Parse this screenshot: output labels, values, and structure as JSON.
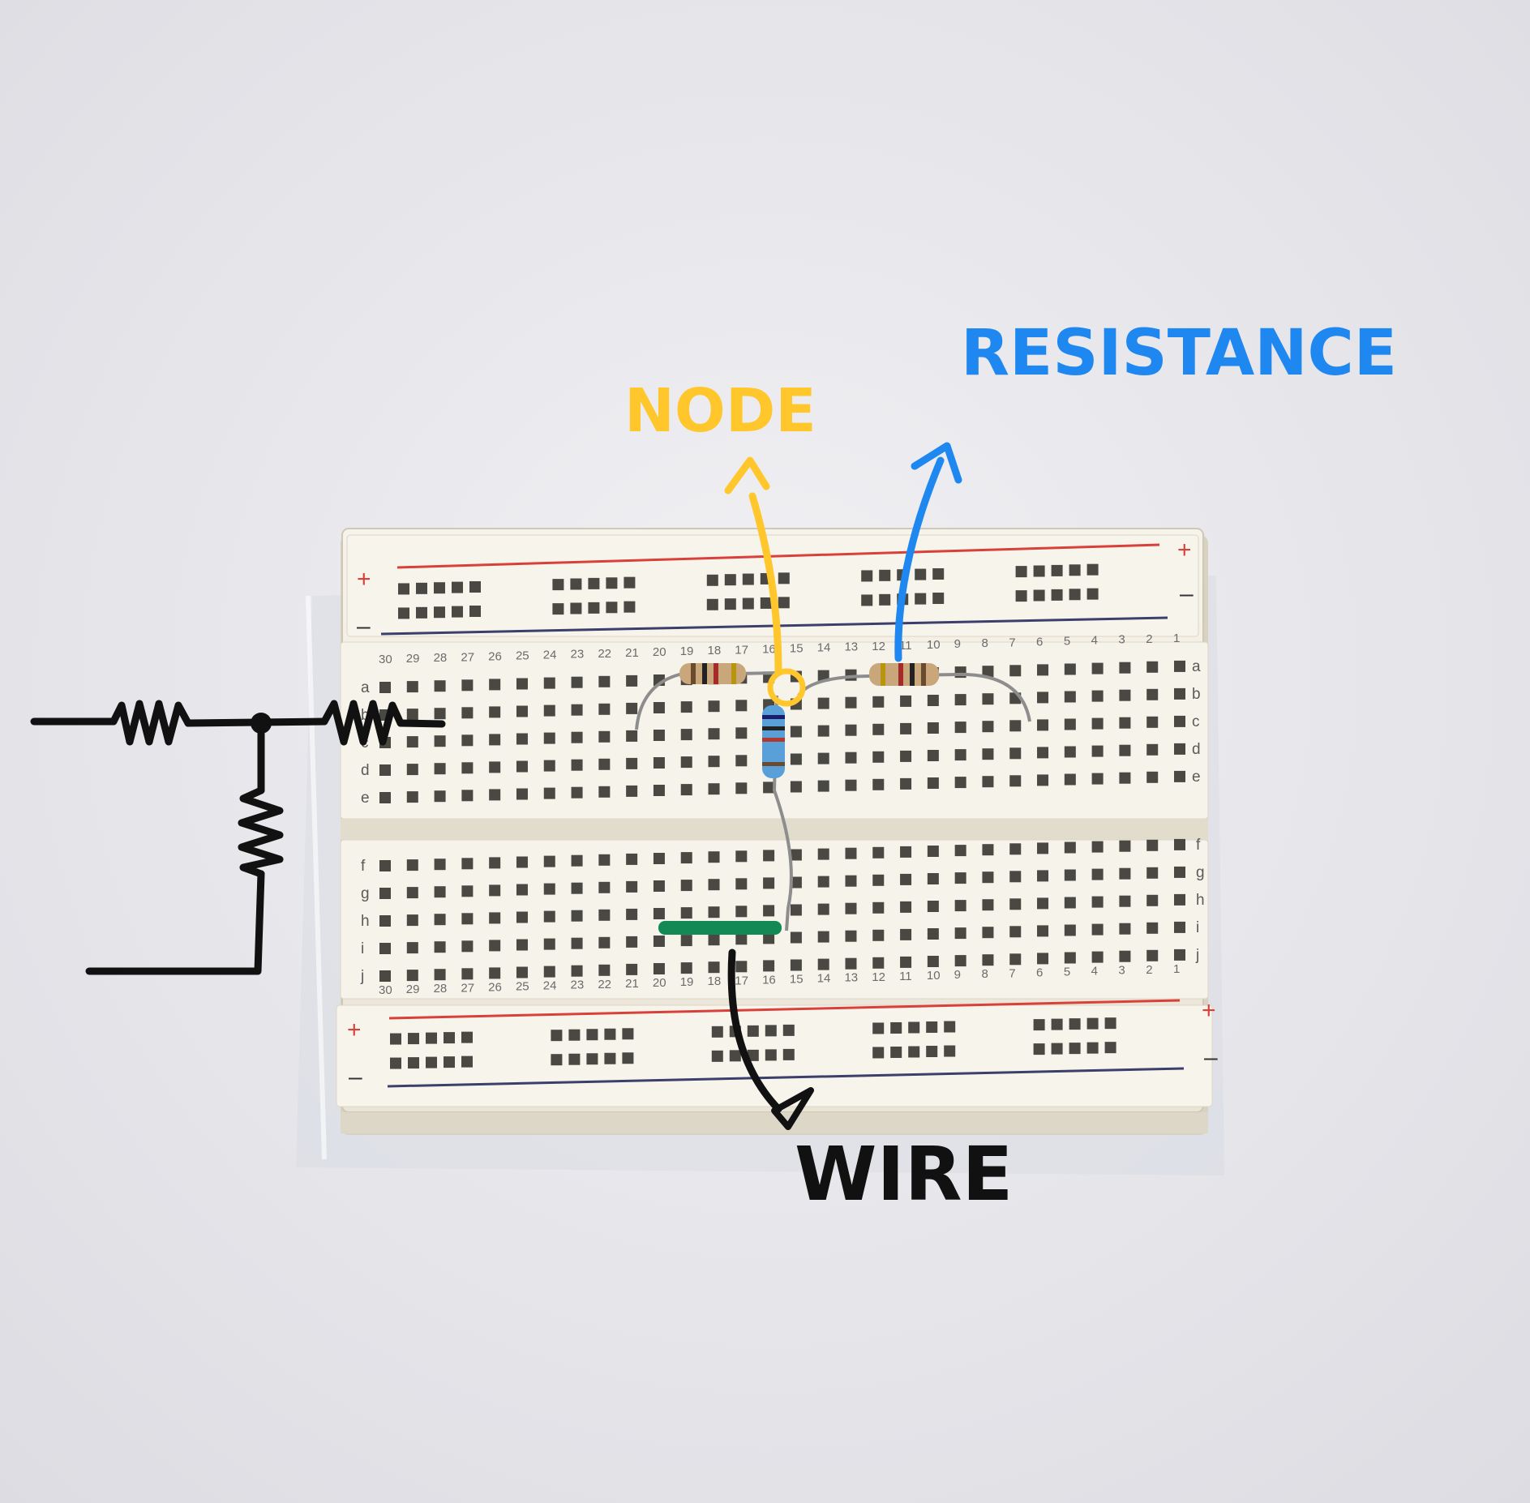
{
  "annotations": {
    "node": {
      "label": "NODE",
      "color": "#ffc72c"
    },
    "resistance": {
      "label": "RESISTANCE",
      "color": "#1e87f0"
    },
    "wire": {
      "label": "WIRE",
      "color": "#111111"
    }
  },
  "breadboard": {
    "columns": [
      "30",
      "29",
      "28",
      "27",
      "26",
      "25",
      "24",
      "23",
      "22",
      "21",
      "20",
      "19",
      "18",
      "17",
      "16",
      "15",
      "14",
      "13",
      "12",
      "11",
      "10",
      "9",
      "8",
      "7",
      "6",
      "5",
      "4",
      "3",
      "2",
      "1"
    ],
    "rows_top": [
      "a",
      "b",
      "c",
      "d",
      "e"
    ],
    "rows_bottom": [
      "f",
      "g",
      "h",
      "i",
      "j"
    ],
    "plus_sign": "+",
    "minus_sign": "–",
    "colors": {
      "board": "#f4f1e8",
      "rail_red": "#d9403a",
      "rail_blue": "#3a3f6b",
      "wire_green": "#138a55"
    }
  },
  "icons": [
    "resistor-schematic-icon",
    "node-dot-icon",
    "arrow-icon"
  ]
}
